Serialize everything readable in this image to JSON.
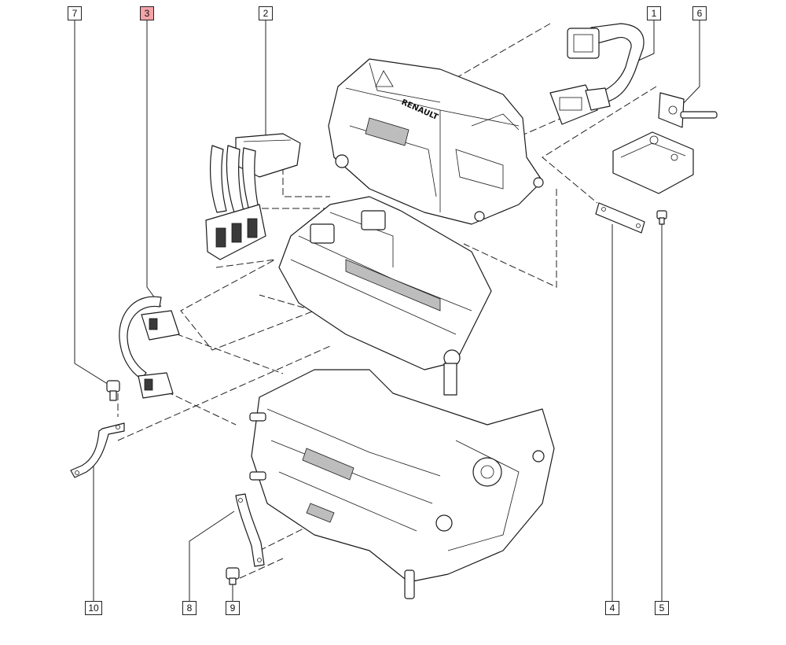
{
  "diagram": {
    "callouts": [
      {
        "id": "1",
        "label": "1",
        "highlighted": false
      },
      {
        "id": "2",
        "label": "2",
        "highlighted": false
      },
      {
        "id": "3",
        "label": "3",
        "highlighted": true
      },
      {
        "id": "4",
        "label": "4",
        "highlighted": false
      },
      {
        "id": "5",
        "label": "5",
        "highlighted": false
      },
      {
        "id": "6",
        "label": "6",
        "highlighted": false
      },
      {
        "id": "7",
        "label": "7",
        "highlighted": false
      },
      {
        "id": "8",
        "label": "8",
        "highlighted": false
      },
      {
        "id": "9",
        "label": "9",
        "highlighted": false
      },
      {
        "id": "10",
        "label": "10",
        "highlighted": false
      }
    ],
    "brand_text": "RENAULT",
    "highlight_color": "#f4a3a8",
    "line_color": "#1a1a1a"
  }
}
